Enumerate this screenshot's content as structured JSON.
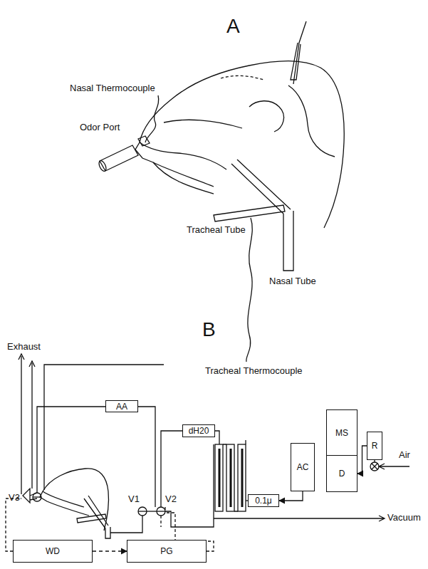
{
  "diagram": {
    "nodes": [
      {
        "text": [
          "AA"
        ]
      },
      {
        "text": [
          "dH20"
        ]
      },
      {
        "text": [
          "0.1μ"
        ]
      },
      {
        "text": [
          "AC"
        ]
      },
      {
        "text": [
          "MS"
        ]
      },
      {
        "text": [
          "D"
        ]
      },
      {
        "text": [
          "R"
        ]
      },
      {
        "text": [
          "WD"
        ]
      },
      {
        "text": [
          "PG"
        ]
      }
    ],
    "edges": [
      {
        "from": 7,
        "to": 8,
        "arrow": "to"
      },
      {
        "from": 3,
        "to": 2,
        "arrow": "to"
      },
      {
        "from": 6,
        "to": 5,
        "arrow": "to"
      }
    ],
    "labels": [
      "A",
      "Nasal Thermocouple",
      "Odor Port",
      "Tracheal Tube",
      "Nasal Tube",
      "Tracheal Thermocouple",
      "B",
      "Exhaust",
      "V3",
      "V1",
      "V2",
      "Vacuum",
      "Air"
    ]
  }
}
